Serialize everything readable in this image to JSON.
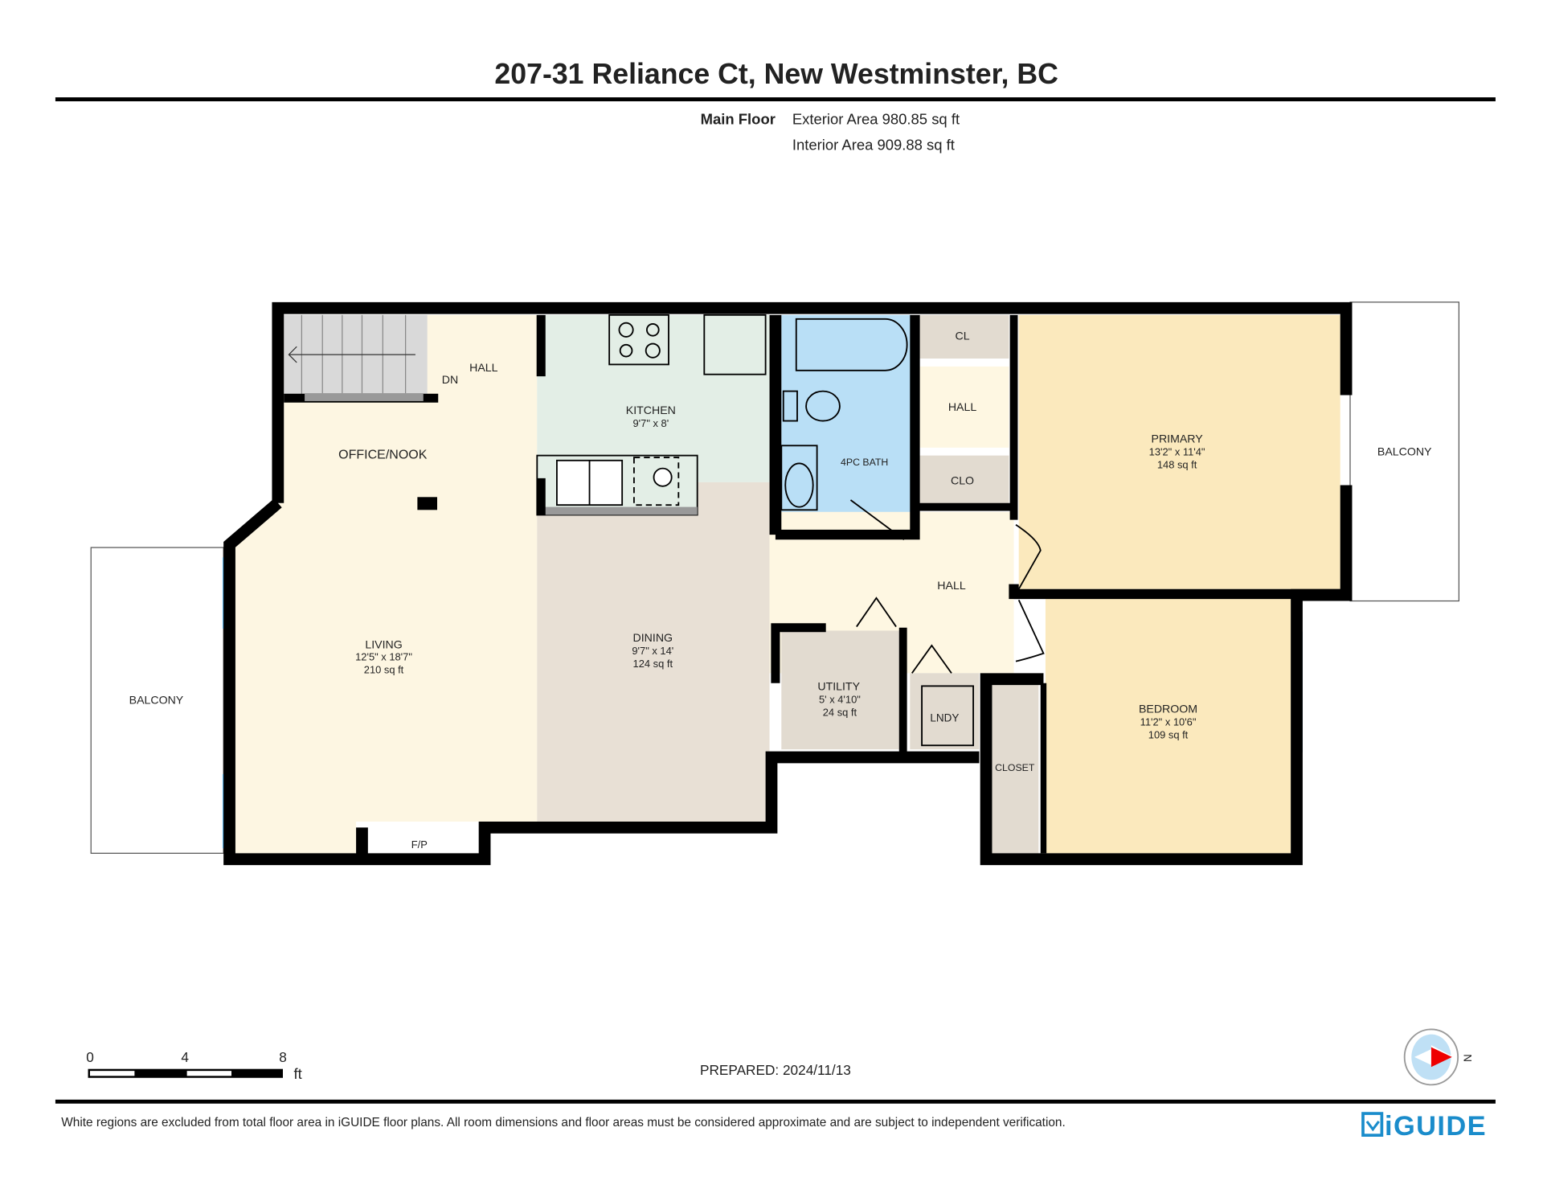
{
  "title": "207-31 Reliance Ct, New Westminster, BC",
  "floor": {
    "name": "Main Floor",
    "exterior_area": "Exterior Area 980.85 sq ft",
    "interior_area": "Interior Area 909.88 sq ft"
  },
  "rooms": {
    "hall_top": {
      "name": "HALL"
    },
    "stairs": {
      "label": "DN"
    },
    "office": {
      "name": "OFFICE/NOOK"
    },
    "kitchen": {
      "name": "KITCHEN",
      "dims": "9'7\" x 8'"
    },
    "living": {
      "name": "LIVING",
      "dims": "12'5\" x 18'7\"",
      "area": "210 sq ft"
    },
    "dining": {
      "name": "DINING",
      "dims": "9'7\" x 14'",
      "area": "124 sq ft"
    },
    "bath": {
      "name": "4PC BATH"
    },
    "cl": {
      "name": "CL"
    },
    "hall_small": {
      "name": "HALL"
    },
    "clo": {
      "name": "CLO"
    },
    "hall_mid": {
      "name": "HALL"
    },
    "utility": {
      "name": "UTILITY",
      "dims": "5' x 4'10\"",
      "area": "24 sq ft"
    },
    "laundry": {
      "name": "LNDY"
    },
    "primary": {
      "name": "PRIMARY",
      "dims": "13'2\" x 11'4\"",
      "area": "148 sq ft"
    },
    "bedroom": {
      "name": "BEDROOM",
      "dims": "11'2\" x 10'6\"",
      "area": "109 sq ft"
    },
    "closet": {
      "name": "CLOSET"
    },
    "fireplace": {
      "name": "F/P"
    },
    "balcony_left": {
      "name": "BALCONY"
    },
    "balcony_right": {
      "name": "BALCONY"
    }
  },
  "scale": {
    "ticks": [
      "0",
      "4",
      "8"
    ],
    "unit": "ft"
  },
  "prepared": "PREPARED: 2024/11/13",
  "compass": {
    "label": "N"
  },
  "disclaimer": "White regions are excluded from total floor area in iGUIDE floor plans. All room dimensions and floor areas must be considered approximate and are subject to independent verification.",
  "brand": "iGUIDE",
  "colors": {
    "brand": "#1a8ccb",
    "window": "#5aaee0",
    "wall": "#000000"
  }
}
